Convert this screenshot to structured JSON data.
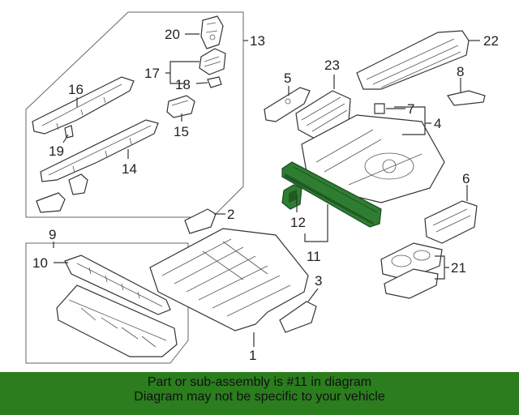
{
  "callouts": {
    "c1": "1",
    "c2": "2",
    "c3": "3",
    "c4": "4",
    "c5": "5",
    "c6": "6",
    "c7": "7",
    "c8": "8",
    "c9": "9",
    "c10": "10",
    "c11": "11",
    "c12": "12",
    "c13": "13",
    "c14": "14",
    "c15": "15",
    "c16": "16",
    "c17": "17",
    "c18": "18",
    "c19": "19",
    "c20": "20",
    "c21": "21",
    "c22": "22",
    "c23": "23"
  },
  "highlight_color": "#2b7d1e",
  "banner": {
    "line1": "Part or sub-assembly is #11 in diagram",
    "line2": "Diagram may not be specific to your vehicle"
  }
}
